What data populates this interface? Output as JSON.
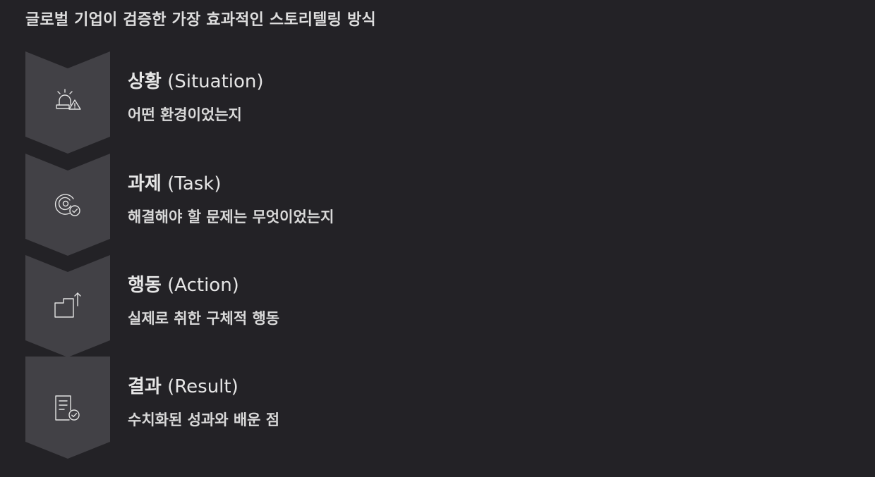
{
  "title": "글로벌 기업이 검증한 가장 효과적인 스토리텔링 방식",
  "colors": {
    "background": "#232226",
    "chevron": "#424146",
    "icon_stroke": "#e2e2e2",
    "text": "#e6e6e6"
  },
  "steps": [
    {
      "title_ko": "상황",
      "title_en": "(Situation)",
      "description": "어떤 환경이었는지",
      "icon": "alarm-warning-icon"
    },
    {
      "title_ko": "과제",
      "title_en": "(Task)",
      "description": "해결해야 할 문제는 무엇이었는지",
      "icon": "target-check-icon"
    },
    {
      "title_ko": "행동",
      "title_en": "(Action)",
      "description": "실제로 취한 구체적 행동",
      "icon": "step-up-arrow-icon"
    },
    {
      "title_ko": "결과",
      "title_en": "(Result)",
      "description": "수치화된 성과와 배운 점",
      "icon": "document-check-icon"
    }
  ]
}
